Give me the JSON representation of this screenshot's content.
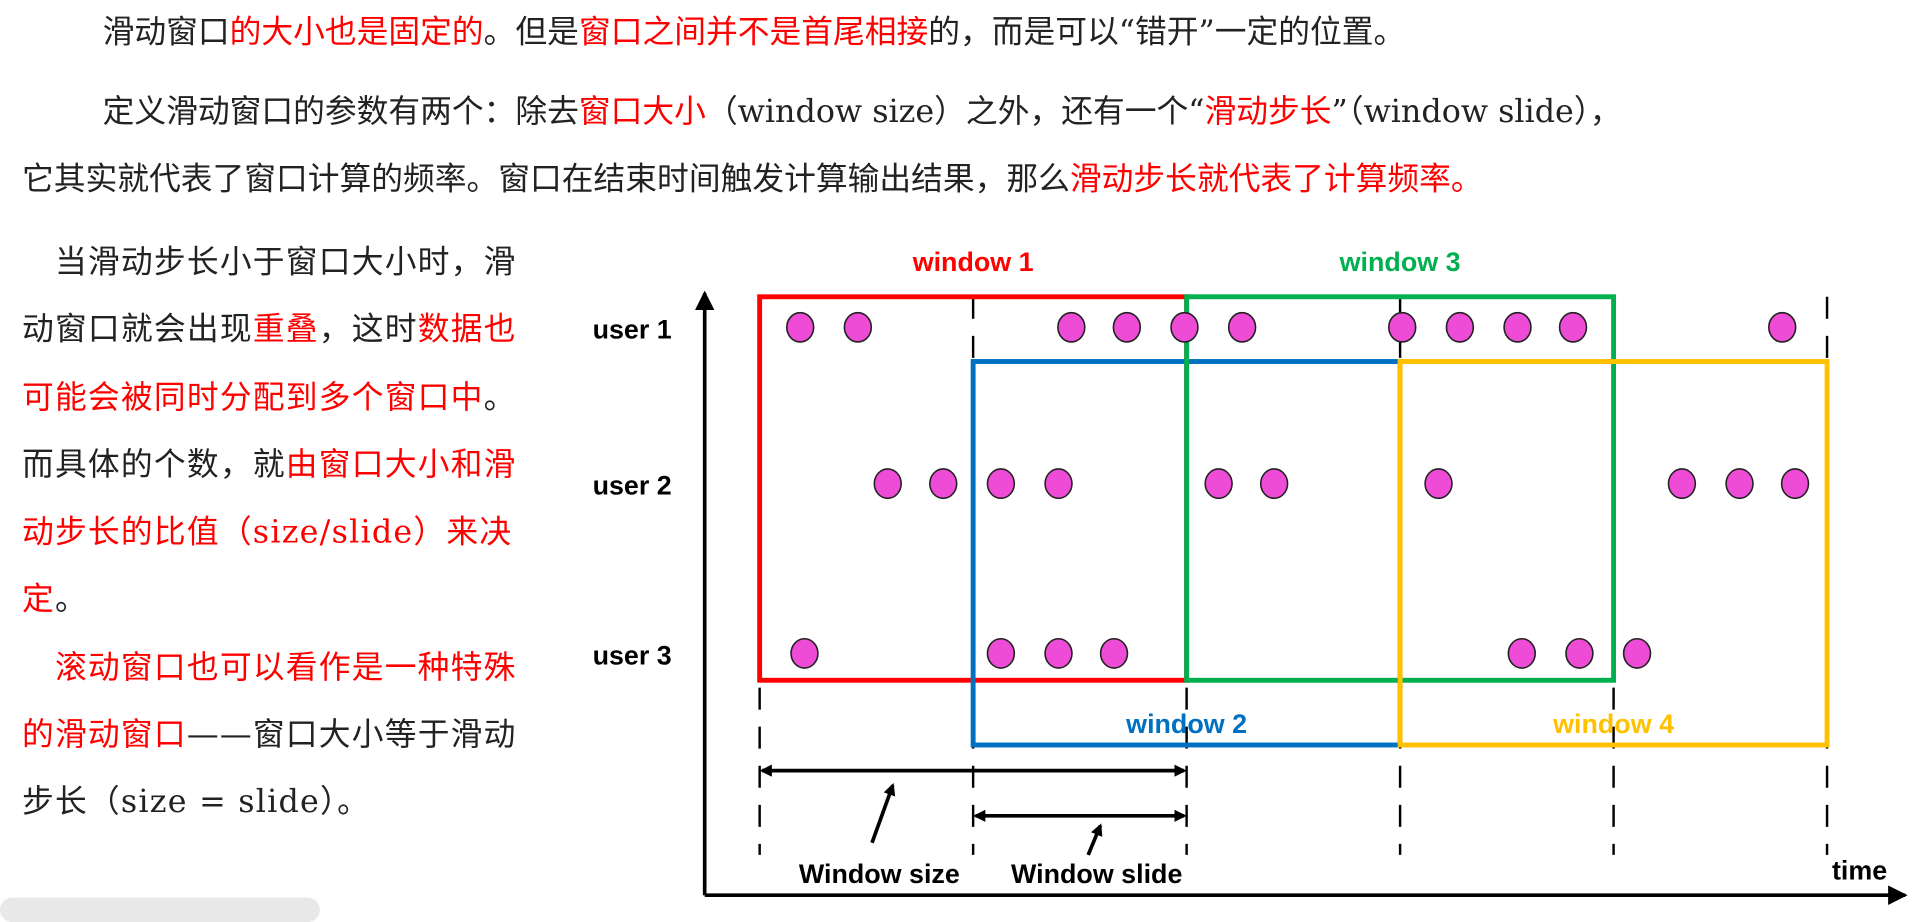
{
  "text": {
    "p1": [
      {
        "t": "滑动窗口",
        "red": false
      },
      {
        "t": "的大小也是固定的",
        "red": true
      },
      {
        "t": "。但是",
        "red": false
      },
      {
        "t": "窗口之间并不是首尾相接",
        "red": true
      },
      {
        "t": "的，而是可以“错开”一定的位置。",
        "red": false
      }
    ],
    "p2": [
      {
        "t": "定义滑动窗口的参数有两个：除去",
        "red": false
      },
      {
        "t": "窗口大小",
        "red": true
      },
      {
        "t": "（window size）之外，还有一个“",
        "red": false
      },
      {
        "t": "滑动步长",
        "red": true
      },
      {
        "t": "”（window slide），",
        "red": false
      }
    ],
    "p3": [
      {
        "t": "它其实就代表了窗口计算的频率。窗口在结束时间触发计算输出结果，那么",
        "red": false
      },
      {
        "t": "滑动步长就代表了计算频率。",
        "red": true
      }
    ],
    "left1": [
      {
        "t": "　当滑动步长小于窗口大小时，滑动窗口就会出现",
        "red": false
      },
      {
        "t": "重叠",
        "red": true
      },
      {
        "t": "，这时",
        "red": false
      },
      {
        "t": "数据也可能会被同时分配到多个窗口中",
        "red": true
      },
      {
        "t": "。而具体的个数，就",
        "red": false
      },
      {
        "t": "由窗口大小和滑动步长的比值（size/slide）来决定",
        "red": true
      },
      {
        "t": "。",
        "red": false
      }
    ],
    "left2": [
      {
        "t": "　滚动窗口也可以看作是一种特殊的滑动窗口",
        "red": true
      },
      {
        "t": "——窗口大小等于滑动步长（size = slide）。",
        "red": false
      }
    ]
  },
  "chart_data": {
    "type": "scatter",
    "title": "",
    "xlabel": "time",
    "ylabel": "",
    "xlim": [
      0,
      5
    ],
    "time_ticks": [
      0,
      1,
      2,
      3,
      4,
      5
    ],
    "users": [
      "user 1",
      "user 2",
      "user 3"
    ],
    "events": {
      "user 1": [
        0.19,
        0.46,
        1.46,
        1.72,
        1.99,
        2.26,
        3.01,
        3.28,
        3.55,
        3.81,
        4.79
      ],
      "user 2": [
        0.6,
        0.86,
        1.13,
        1.4,
        2.15,
        2.41,
        3.18,
        4.32,
        4.59,
        4.85
      ],
      "user 3": [
        0.21,
        1.13,
        1.4,
        1.66,
        3.57,
        3.84,
        4.11
      ]
    },
    "windows": [
      {
        "label": "window 1",
        "start": 0,
        "end": 2,
        "color": "#ff0000",
        "row": "upper"
      },
      {
        "label": "window 2",
        "start": 1,
        "end": 3,
        "color": "#0070c0",
        "row": "lower"
      },
      {
        "label": "window 3",
        "start": 2,
        "end": 4,
        "color": "#00b050",
        "row": "upper"
      },
      {
        "label": "window 4",
        "start": 3,
        "end": 5,
        "color": "#ffc000",
        "row": "lower"
      }
    ],
    "annotations": {
      "size_label": "Window size",
      "slide_label": "Window slide",
      "size_span": [
        0,
        2
      ],
      "slide_span": [
        1,
        2
      ]
    },
    "dot_color": "#ee4bd6"
  }
}
